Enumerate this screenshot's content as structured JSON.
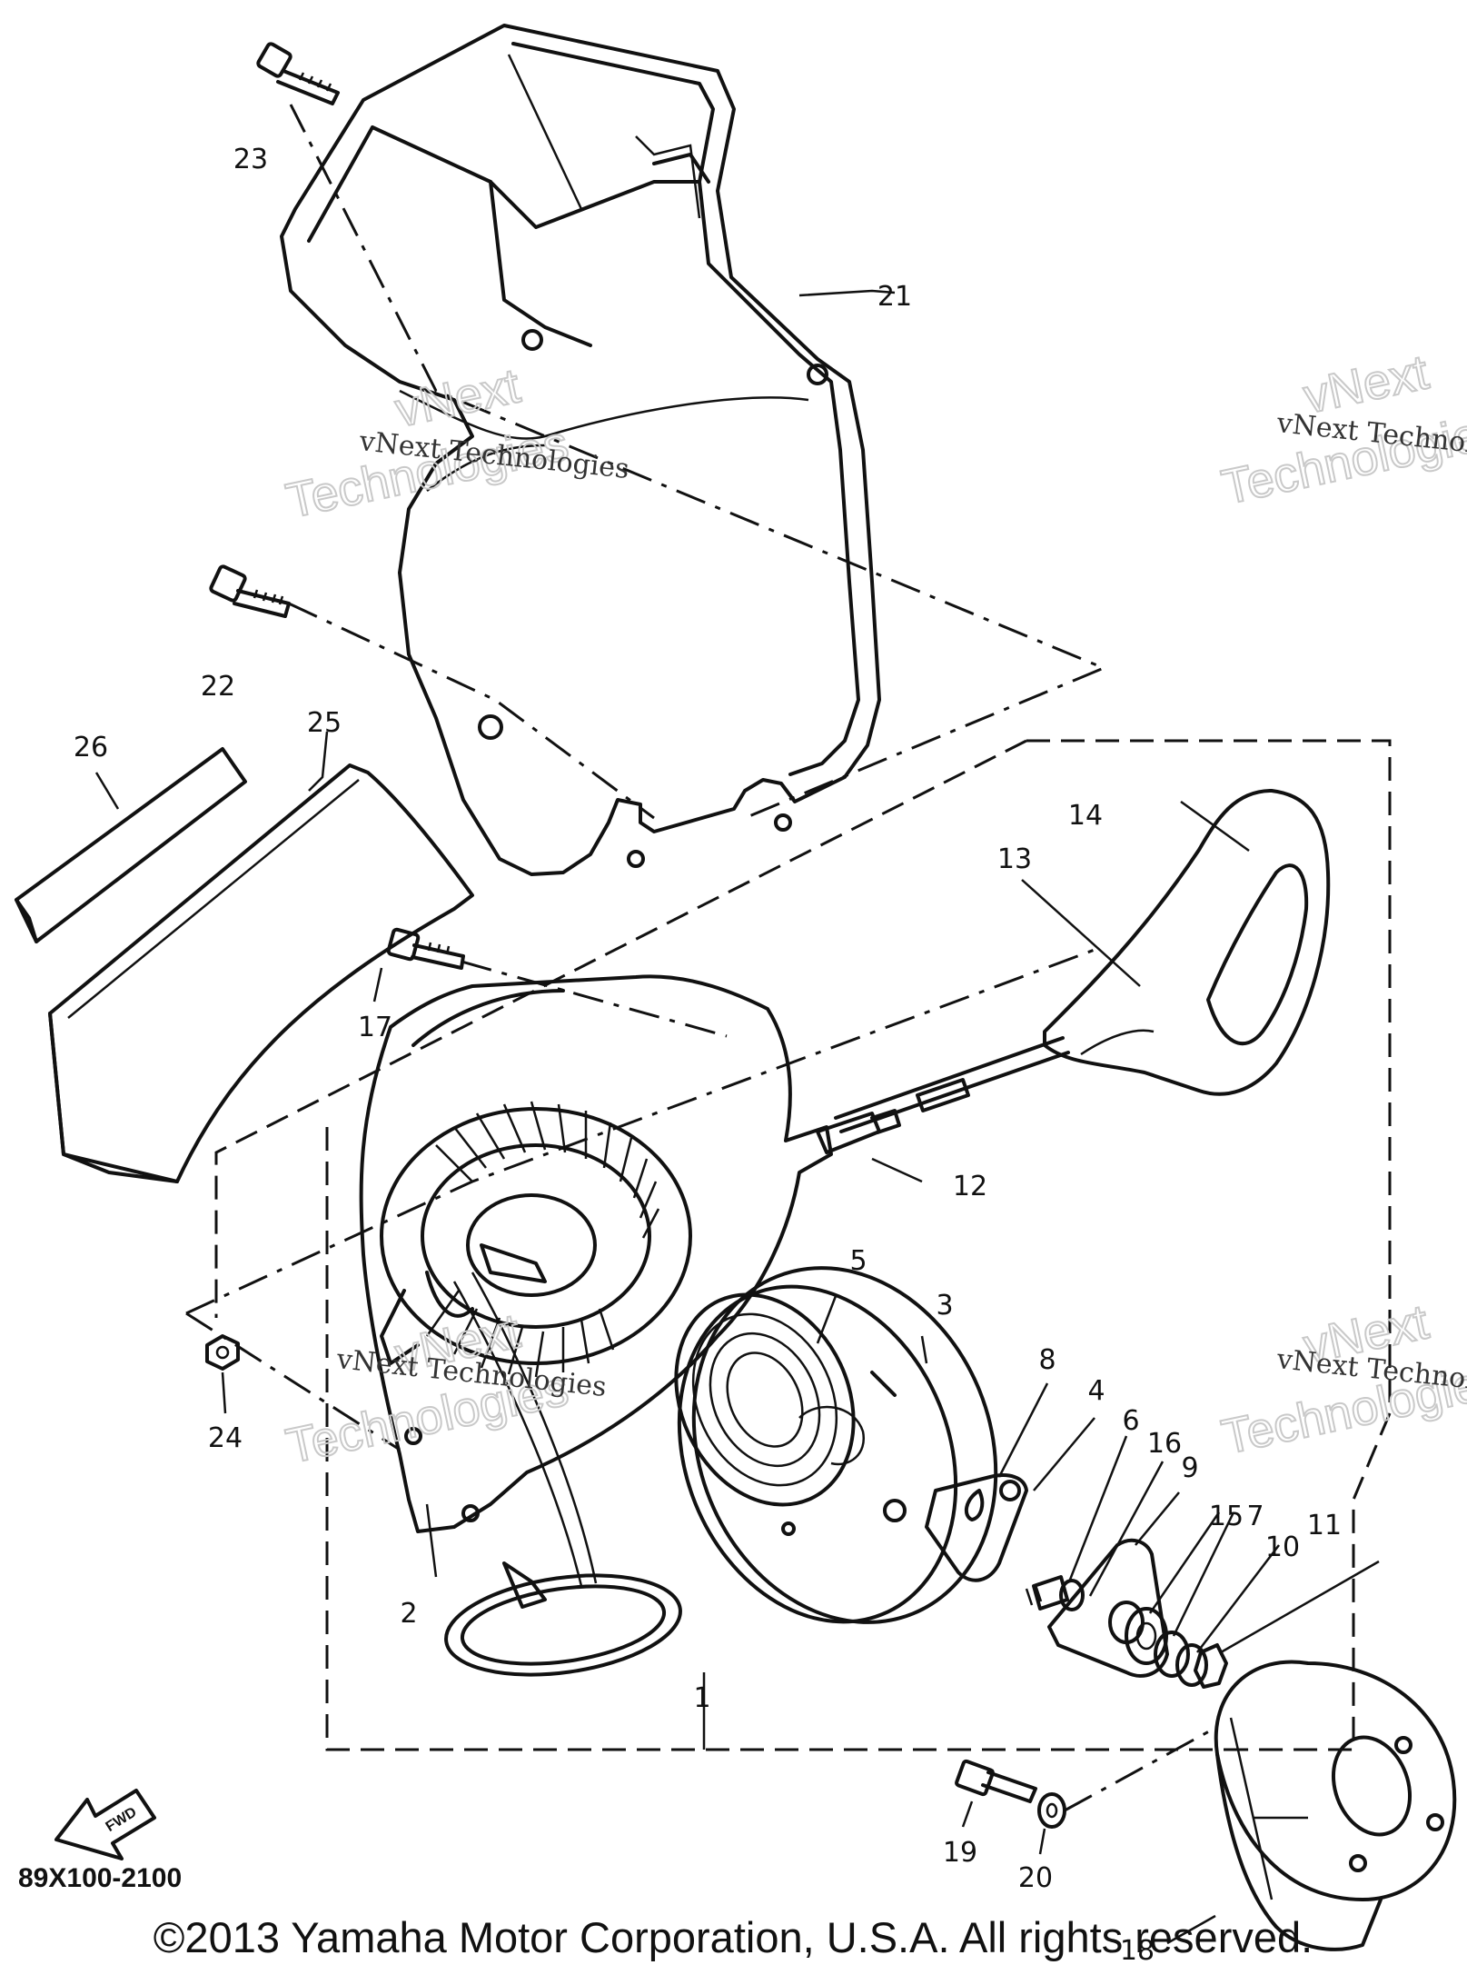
{
  "diagram": {
    "part_numbers": [
      "1",
      "2",
      "3",
      "4",
      "5",
      "6",
      "7",
      "8",
      "9",
      "10",
      "11",
      "12",
      "13",
      "14",
      "15",
      "16",
      "17",
      "18",
      "19",
      "20",
      "21",
      "22",
      "23",
      "24",
      "25",
      "26"
    ],
    "watermark_lines": [
      "vNext Technologies",
      "vNext",
      "Technologies"
    ],
    "drawing_code": "89X100-2100",
    "arrow_label": "FWD",
    "copyright": "©2013 Yamaha Motor Corporation, U.S.A. All rights reserved."
  }
}
